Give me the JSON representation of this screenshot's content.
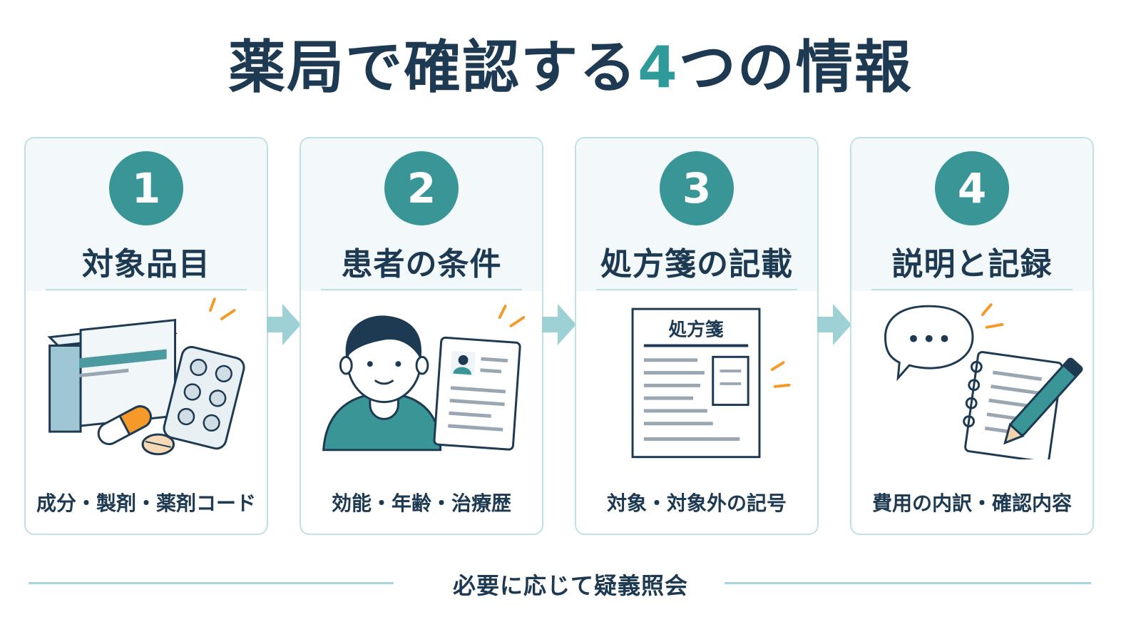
{
  "title": {
    "main": "薬局で確認する",
    "number": "4",
    "suffix": "つの情報"
  },
  "cards": [
    {
      "number": "1",
      "title": "対象品目",
      "caption": "成分・製剤・薬剤コード"
    },
    {
      "number": "2",
      "title": "患者の条件",
      "caption": "効能・年齢・治療歴"
    },
    {
      "number": "3",
      "title": "処方箋の記載",
      "caption": "対象・対象外の記号",
      "document_label": "処方箋"
    },
    {
      "number": "4",
      "title": "説明と記録",
      "caption": "費用の内訳・確認内容"
    }
  ],
  "footer": {
    "text": "必要に応じて疑義照会"
  },
  "colors": {
    "accent": "#3a9597",
    "navy": "#1d3a52",
    "orange": "#f59a2a",
    "border": "#bfe0e5",
    "arrow": "#9ed1d6"
  }
}
